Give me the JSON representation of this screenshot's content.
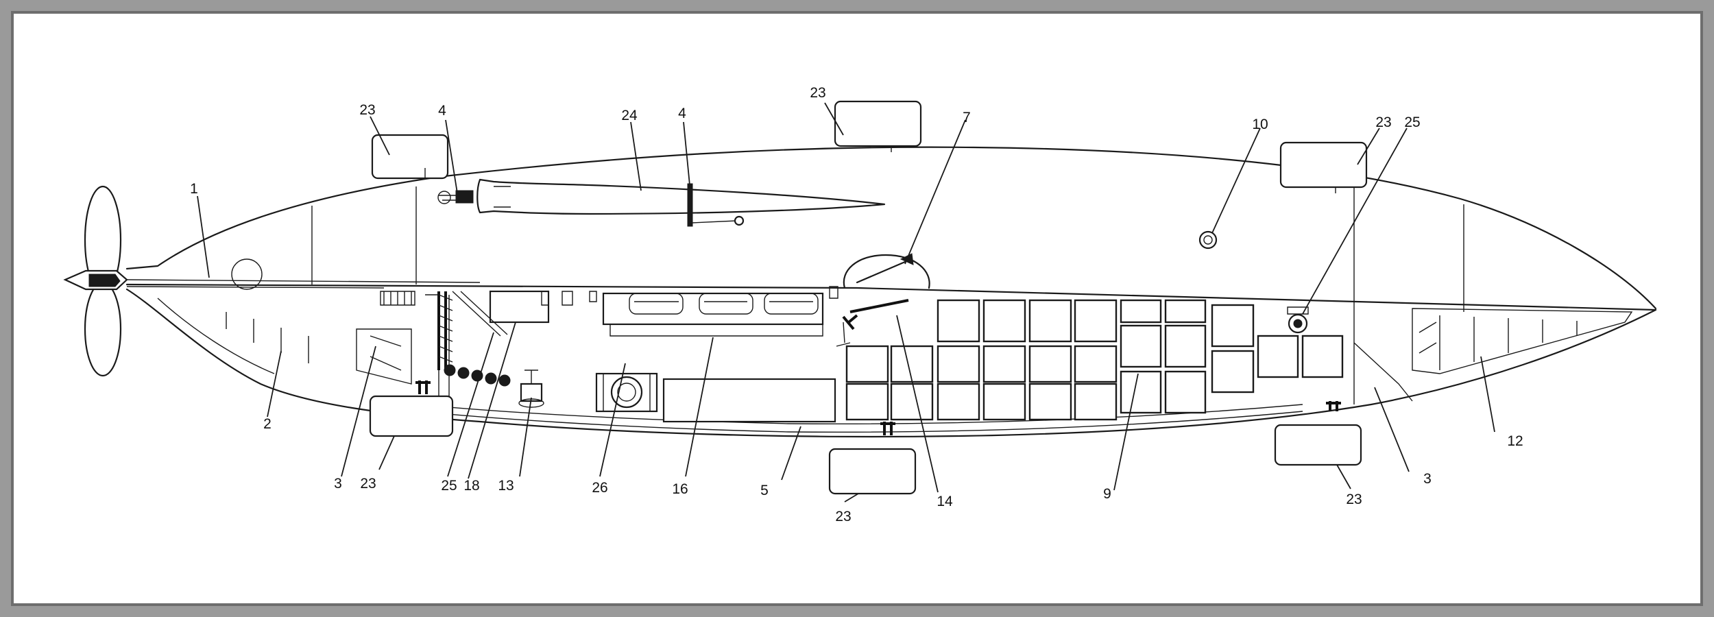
{
  "diagram": {
    "callouts": [
      {
        "id": "c1",
        "text": "1"
      },
      {
        "id": "c2",
        "text": "2"
      },
      {
        "id": "c3a",
        "text": "3"
      },
      {
        "id": "c3b",
        "text": "3"
      },
      {
        "id": "c4a",
        "text": "4"
      },
      {
        "id": "c4b",
        "text": "4"
      },
      {
        "id": "c5",
        "text": "5"
      },
      {
        "id": "c7",
        "text": "7"
      },
      {
        "id": "c9",
        "text": "9"
      },
      {
        "id": "c10",
        "text": "10"
      },
      {
        "id": "c12",
        "text": "12"
      },
      {
        "id": "c13",
        "text": "13"
      },
      {
        "id": "c14",
        "text": "14"
      },
      {
        "id": "c16",
        "text": "16"
      },
      {
        "id": "c18",
        "text": "18"
      },
      {
        "id": "c23a",
        "text": "23"
      },
      {
        "id": "c23b",
        "text": "23"
      },
      {
        "id": "c23c",
        "text": "23"
      },
      {
        "id": "c23d",
        "text": "23"
      },
      {
        "id": "c23e",
        "text": "23"
      },
      {
        "id": "c23f",
        "text": "23"
      },
      {
        "id": "c24",
        "text": "24"
      },
      {
        "id": "c25a",
        "text": "25"
      },
      {
        "id": "c25b",
        "text": "25"
      },
      {
        "id": "c26",
        "text": "26"
      }
    ]
  }
}
